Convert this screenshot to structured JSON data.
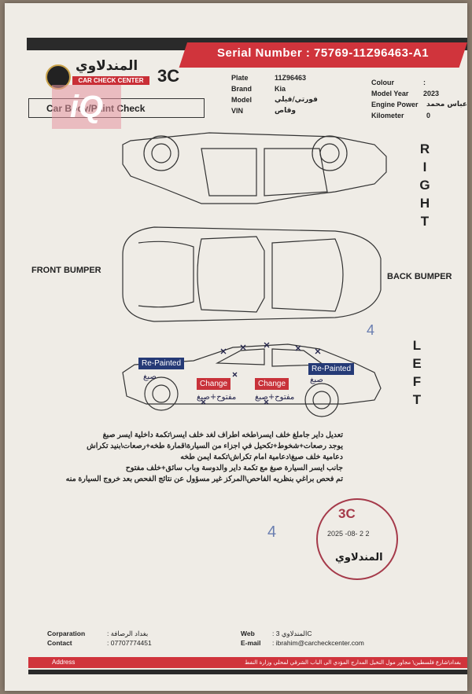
{
  "header": {
    "serial_label": "Serial Number :",
    "serial_value": "75769-11Z96463-A1",
    "logo_ar": "المندلاوي",
    "logo_en": "CAR CHECK CENTER",
    "logo_code": "3C",
    "watermark": "iQ",
    "section_title": "Car Body/Paint Check"
  },
  "vehicle": {
    "plate_label": "Plate",
    "plate_value": "11Z96463",
    "brand_label": "Brand",
    "brand_value": "Kia",
    "model_label": "Model",
    "model_value": "فورتي/فيلي",
    "vin_label": "VIN",
    "vin_value": "وقاص",
    "colour_label": "Colour",
    "colour_value": ":",
    "year_label": "Model Year",
    "year_value": "2023",
    "power_label": "Engine Power",
    "power_value": "عباس محمد",
    "km_label": "Kilometer",
    "km_value": "0"
  },
  "diagram": {
    "right_letters": [
      "R",
      "I",
      "G",
      "H",
      "T"
    ],
    "left_letters": [
      "L",
      "E",
      "F",
      "T"
    ],
    "front_bumper": "FRONT BUMPER",
    "back_bumper": "BACK BUMPER",
    "tag_repainted": "Re-Painted",
    "tag_change": "Change",
    "hand_saba": "صبغ",
    "hand_open_saba": "مفتوح+صبغ",
    "digit": "4"
  },
  "notes": [
    "تعديل داير جاملغ خلف ايسر\\طخه اطراف لغد خلف ايسر\\تكمة داخلية ايسر صبغ",
    "يوجد رصعات+شخوط+تكحيل في اجزاء من السيارة\\قمارة طخه+رصعات\\بنيد تكراش",
    "دعامية خلف صبغ\\دعامية امام تكراش\\تكمة ايمن طخه",
    "جانب ايسر السيارة صبغ مع تكمة داير والدوسة وباب سائق+خلف مفتوح",
    "تم فحص براغي بنظريه الفاحص\\المركز غير مسؤول عن نتائج الفحص بعد خروج السيارة منه"
  ],
  "stamp": {
    "code": "3C",
    "date": "2025 -08- 2 2",
    "name": "المندلاوي"
  },
  "footer": {
    "corp_label": "Corparation",
    "corp_value": ": بغداد الرصافة",
    "contact_label": "Contact",
    "contact_value": ": 07707774451",
    "web_label": "Web",
    "web_value": ": المندلاوي 3C",
    "email_label": "E-mail",
    "email_value": ": ibrahim@carcheckcenter.com",
    "address_label": "Address",
    "address_value": "بغداد\\شارع فلسطين\\ مجاور مول النخيل المدارج المؤدي الى الباب الشرقي لمحلي وزارة النفط"
  },
  "colors": {
    "accent_red": "#d0343c",
    "navy": "#253a76",
    "ink": "#22234a"
  }
}
